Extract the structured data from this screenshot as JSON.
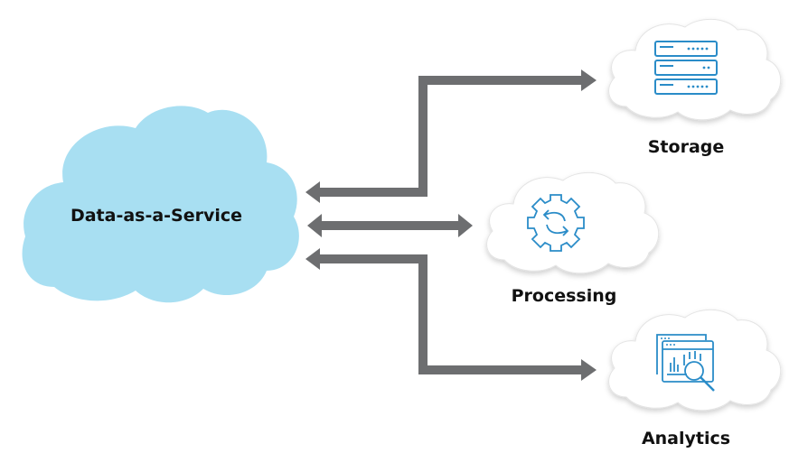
{
  "diagram": {
    "center_node": {
      "label": "Data-as-a-Service",
      "fill": "#a8dff2"
    },
    "nodes": [
      {
        "id": "storage",
        "label": "Storage",
        "icon": "server-rack-icon"
      },
      {
        "id": "processing",
        "label": "Processing",
        "icon": "gear-sync-icon"
      },
      {
        "id": "analytics",
        "label": "Analytics",
        "icon": "analytics-magnifier-icon"
      }
    ],
    "connections": [
      {
        "from": "storage",
        "to": "Data-as-a-Service",
        "direction": "bidirectional"
      },
      {
        "from": "processing",
        "to": "Data-as-a-Service",
        "direction": "bidirectional"
      },
      {
        "from": "analytics",
        "to": "Data-as-a-Service",
        "direction": "bidirectional"
      }
    ],
    "colors": {
      "arrow": "#6d6e70",
      "icon": "#2a8cc8",
      "cloud_fill": "#ffffff",
      "cloud_shadow": "#d9d9d9"
    }
  }
}
